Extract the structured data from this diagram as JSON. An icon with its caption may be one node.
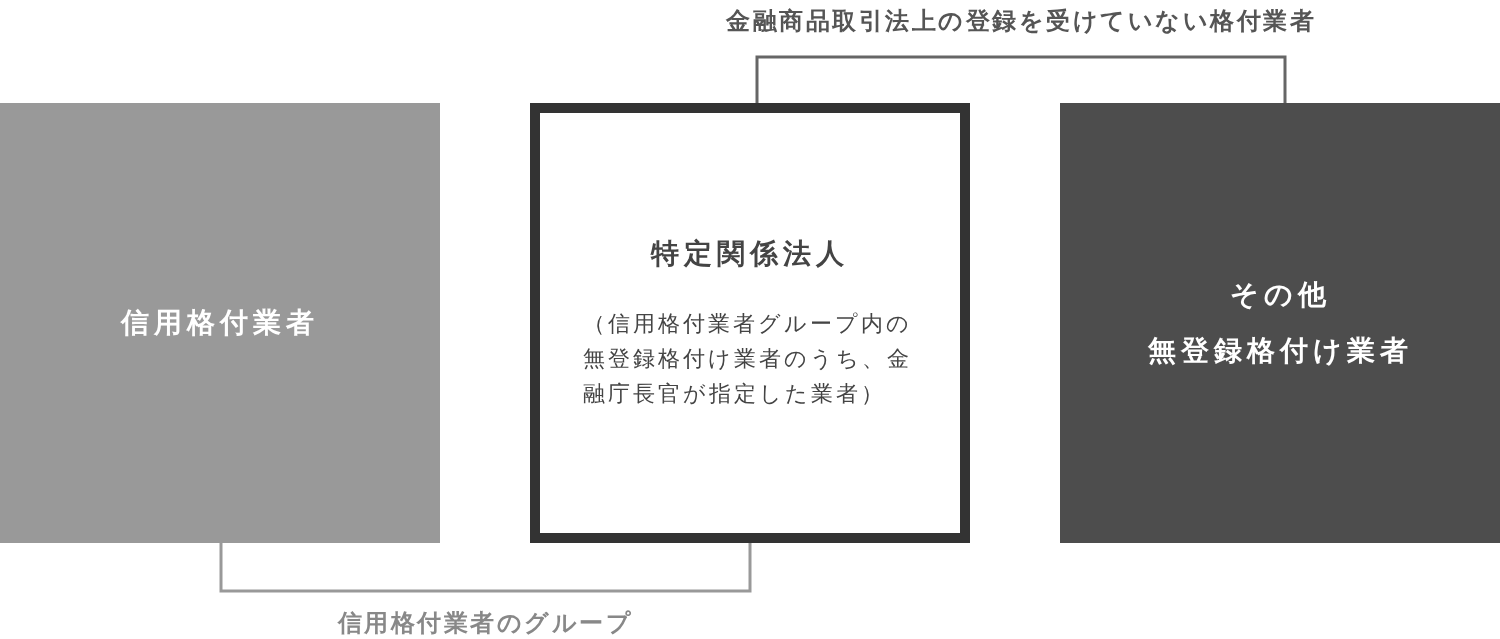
{
  "diagram": {
    "nodes": [
      {
        "text": [
          "信用格付業者"
        ]
      },
      {
        "text": [
          "特定関係法人",
          "（信用格付業者グループ内の無登録格付け業者のうち、金融庁長官が指定した業者）"
        ]
      },
      {
        "text": [
          "その他",
          "無登録格付け業者"
        ]
      }
    ],
    "edges": [
      {
        "from": 1,
        "to": 2,
        "arrow": "none",
        "label": "金融商品取引法上の登録を受けていない格付業者",
        "color": "#666666"
      },
      {
        "from": 0,
        "to": 1,
        "arrow": "none",
        "label": "信用格付業者のグループ",
        "color": "#999999"
      }
    ]
  }
}
